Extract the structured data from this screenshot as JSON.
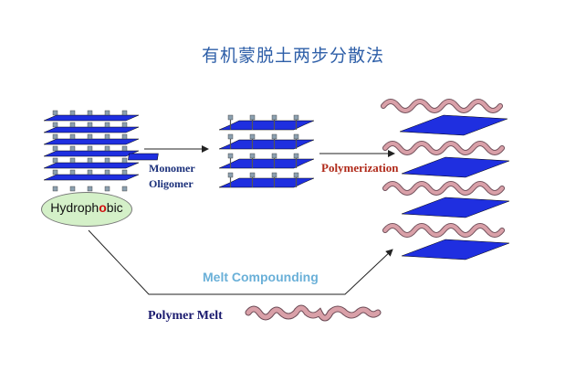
{
  "title": "有机蒙脱土两步分散法",
  "labels": {
    "monomer": "Monomer",
    "oligomer": "Oligomer",
    "polymerization": "Polymerization",
    "melt_compounding": "Melt Compounding",
    "polymer_melt": "Polymer Melt",
    "hydrophobic_pre": "Hydroph",
    "hydrophobic_o": "o",
    "hydrophobic_post": "bic"
  },
  "colors": {
    "clay_layer": "#1f2fe0",
    "modifier": "#8ca0b0",
    "polymer_chain": "#d9a0a8",
    "hydrophobic_bubble": "#d4f0c8",
    "title": "#2e5fa8",
    "polymerization": "#b02a1a",
    "melt_compounding": "#6ab0d8"
  }
}
